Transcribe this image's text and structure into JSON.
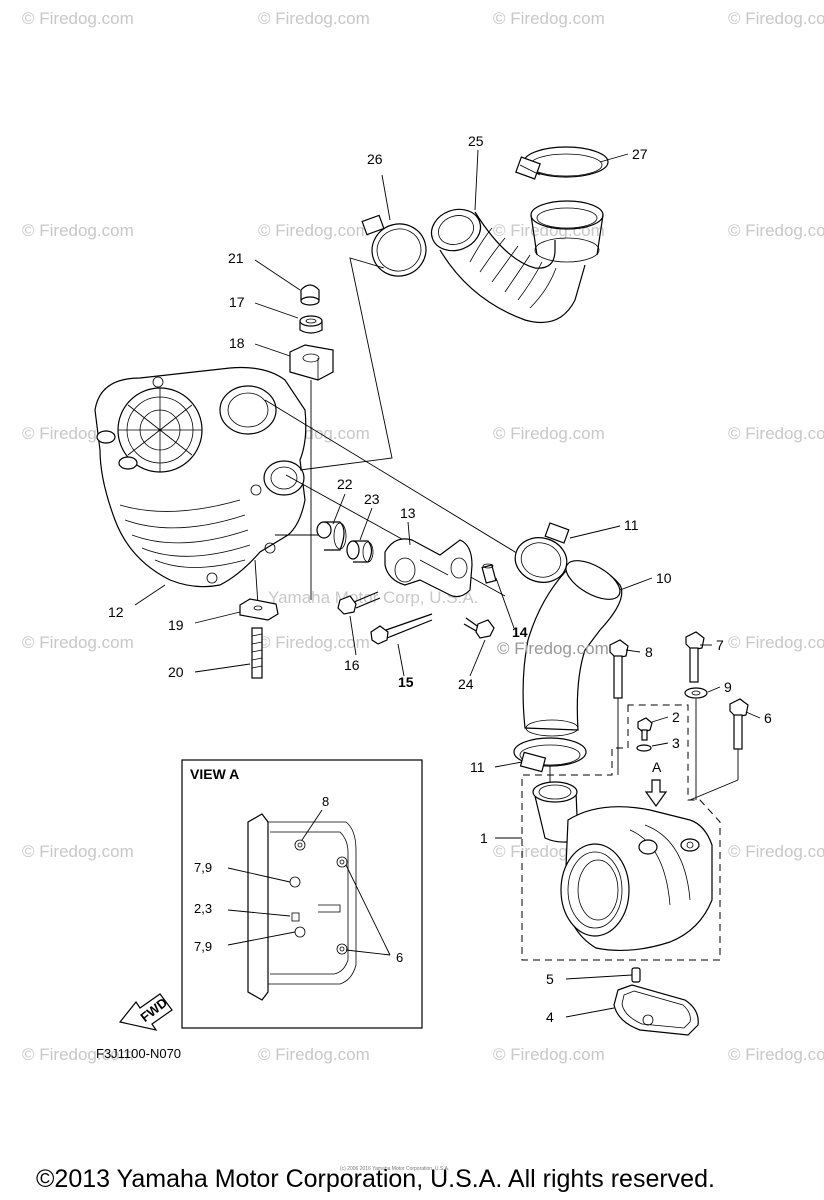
{
  "watermark": {
    "text": "© Firedog.com",
    "center_text": "Yamaha Motor Corp, U.S.A.",
    "firedog_mid": "© Firedog.com"
  },
  "callouts": {
    "c1": "1",
    "c2": "2",
    "c3": "3",
    "c4": "4",
    "c5": "5",
    "c6": "6",
    "c7": "7",
    "c8": "8",
    "c9": "9",
    "c10": "10",
    "c11a": "11",
    "c11b": "11",
    "c12": "12",
    "c13": "13",
    "c14": "14",
    "c15": "15",
    "c16": "16",
    "c17": "17",
    "c18": "18",
    "c19": "19",
    "c20": "20",
    "c21": "21",
    "c22": "22",
    "c23": "23",
    "c24": "24",
    "c25": "25",
    "c26": "26",
    "c27": "27"
  },
  "arrow_label": "A",
  "view_a": {
    "title": "VIEW A",
    "labels": {
      "l8": "8",
      "l79a": "7,9",
      "l23": "2,3",
      "l79b": "7,9",
      "l6": "6"
    }
  },
  "fwd_label": "FWD",
  "figure_code": "F3J1100-N070",
  "copyright": "©2013 Yamaha Motor Corporation, U.S.A. All rights reserved.",
  "fine_print": "(c) 2006 2016 Yamaha Motor Corporation, U.S.A."
}
